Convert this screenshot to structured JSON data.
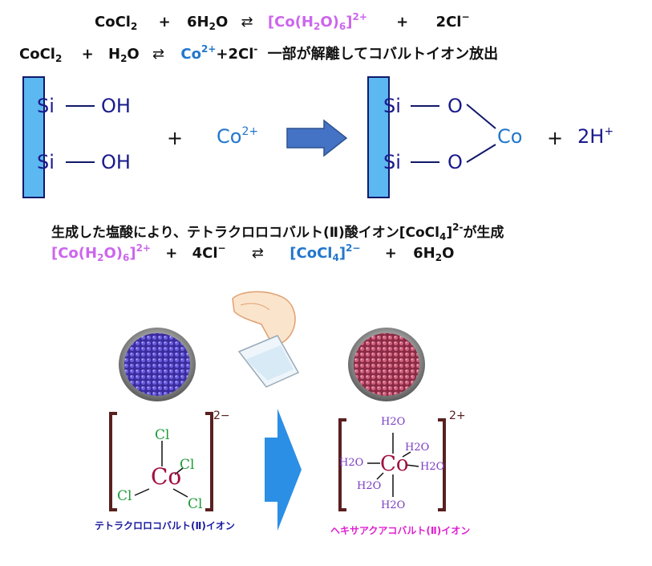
{
  "eq1": {
    "a": "CoCl",
    "a_sub": "2",
    "plus1": "+",
    "b": "6H",
    "b_sub": "2",
    "b2": "O",
    "arrow": "⇄",
    "c_open": "[Co(H",
    "c_sub": "2",
    "c_mid": "O)",
    "c_sub2": "6",
    "c_close": "]",
    "c_sup": "2+",
    "plus2": "+",
    "d": "2Cl",
    "d_sup": "−"
  },
  "eq2": {
    "a": "CoCl",
    "a_sub": "2",
    "plus1": "+",
    "b": "H",
    "b_sub": "2",
    "b2": "O",
    "arrow": "⇄",
    "c": "Co",
    "c_sup": "2+",
    "d": "+2Cl",
    "d_sup": "-",
    "note": "一部が解離してコバルトイオン放出"
  },
  "reaction": {
    "left_si1": "Si",
    "left_oh1": "OH",
    "left_si2": "Si",
    "left_oh2": "OH",
    "plus": "+",
    "co": "Co",
    "co_sup": "2+",
    "right_si1": "Si",
    "right_o1": "O",
    "right_si2": "Si",
    "right_o2": "O",
    "right_co": "Co",
    "plus2": "+",
    "h": "2H",
    "h_sup": "+"
  },
  "eq3": {
    "text": "生成した塩酸により、テトラクロロコバルト(Ⅱ)酸イオン[CoCl",
    "sub": "4",
    "close": "]",
    "sup": "2-",
    "tail": "が生成"
  },
  "eq4": {
    "a_open": "[Co(H",
    "a_sub": "2",
    "a_mid": "O)",
    "a_sub2": "6",
    "a_close": "]",
    "a_sup": "2+",
    "plus1": "+",
    "b": "4Cl",
    "b_sup": "−",
    "arrow": "⇄",
    "c": "[CoCl",
    "c_sub": "4",
    "c_close": "]",
    "c_sup": "2−",
    "plus2": "+",
    "d": "6H",
    "d_sub": "2",
    "d2": "O"
  },
  "complex_left": {
    "center": "Co",
    "ligands": [
      "Cl",
      "Cl",
      "Cl",
      "Cl"
    ],
    "charge": "2−",
    "caption": "テトラクロロコバルト(Ⅱ)イオン"
  },
  "complex_right": {
    "center": "Co",
    "ligands": [
      "H2O",
      "H2O",
      "H2O",
      "H2O",
      "H2O",
      "H2O"
    ],
    "charge": "2+",
    "caption": "ヘキサアクアコバルト(Ⅱ)イオン"
  },
  "colors": {
    "pink": "#cc66ee",
    "blue": "#2277cc",
    "red": "#ee0000",
    "caption_left": "#1a1aa0",
    "caption_right": "#e020d0"
  }
}
